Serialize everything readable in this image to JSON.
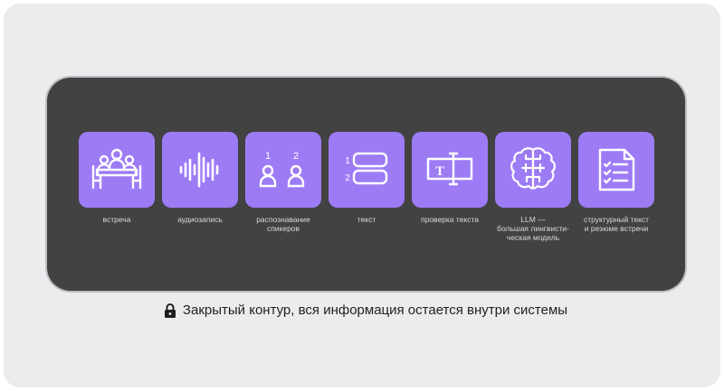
{
  "pipeline": {
    "steps": [
      {
        "label": "встреча",
        "icon": "meeting-icon"
      },
      {
        "label": "аудиозапись",
        "icon": "audio-wave-icon"
      },
      {
        "label": "распознавание\nспикеров",
        "icon": "speakers-icon"
      },
      {
        "label": "текст",
        "icon": "text-blocks-icon"
      },
      {
        "label": "проверка  текста",
        "icon": "text-check-icon"
      },
      {
        "label": "LLM —\nбольшая лингвисти-\nческая модель",
        "icon": "brain-icon"
      },
      {
        "label": "структурный текст\nи резюме встречи",
        "icon": "document-checklist-icon"
      }
    ],
    "speaker_numbers": [
      "1",
      "2"
    ],
    "text_block_numbers": [
      "1",
      "2"
    ],
    "text_check_letter": "T"
  },
  "footer": {
    "text": "Закрытый контур, вся информация остается внутри системы",
    "icon": "lock-icon"
  },
  "colors": {
    "tile": "#9d7bf5",
    "panel": "#424242",
    "background": "#ececef",
    "icon_stroke": "#ffffff"
  }
}
